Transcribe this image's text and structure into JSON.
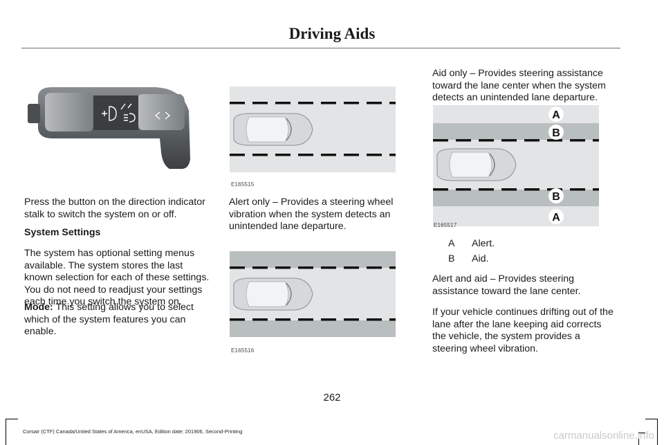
{
  "header": {
    "title": "Driving Aids"
  },
  "figures": {
    "stalk": {
      "code": ""
    },
    "alert_only": {
      "code": "E165515"
    },
    "vibration": {
      "code": "E165516"
    },
    "aid_only": {
      "code": "E165517",
      "labels": [
        "A",
        "B",
        "B",
        "A"
      ]
    }
  },
  "column1": {
    "intro": "Press the button on the direction indicator stalk to switch the system on or off.",
    "heading": "System Settings",
    "settings_text": "The system has optional setting menus available. The system stores the last known selection for each of these settings. You do not need to readjust your settings each time you switch the system on.",
    "mode_label": "Mode:",
    "mode_text": " This setting allows you to select which of the system features you can enable."
  },
  "column2": {
    "alert_only": "Alert only – Provides a steering wheel vibration when the system detects an unintended lane departure."
  },
  "column3": {
    "aid_only": "Aid only – Provides steering assistance toward the lane center when the system detects an unintended lane departure.",
    "legend": [
      {
        "key": "A",
        "value": "Alert."
      },
      {
        "key": "B",
        "value": "Aid."
      }
    ],
    "alert_and_aid": "Alert and aid – Provides steering assistance toward the lane center.",
    "drifting": "If your vehicle continues drifting out of the lane after the lane keeping aid corrects the vehicle, the system provides a steering wheel vibration."
  },
  "page": {
    "number": "262"
  },
  "footer": {
    "edition": "Corsair (CTF) Canada/United States of America, enUSA, Edition date: 201906, Second-Printing",
    "watermark": "carmanualsonline.info"
  },
  "colors": {
    "lane_light": "#e2e4e5",
    "lane_dark": "#b9bebf",
    "dash": "#111111"
  }
}
